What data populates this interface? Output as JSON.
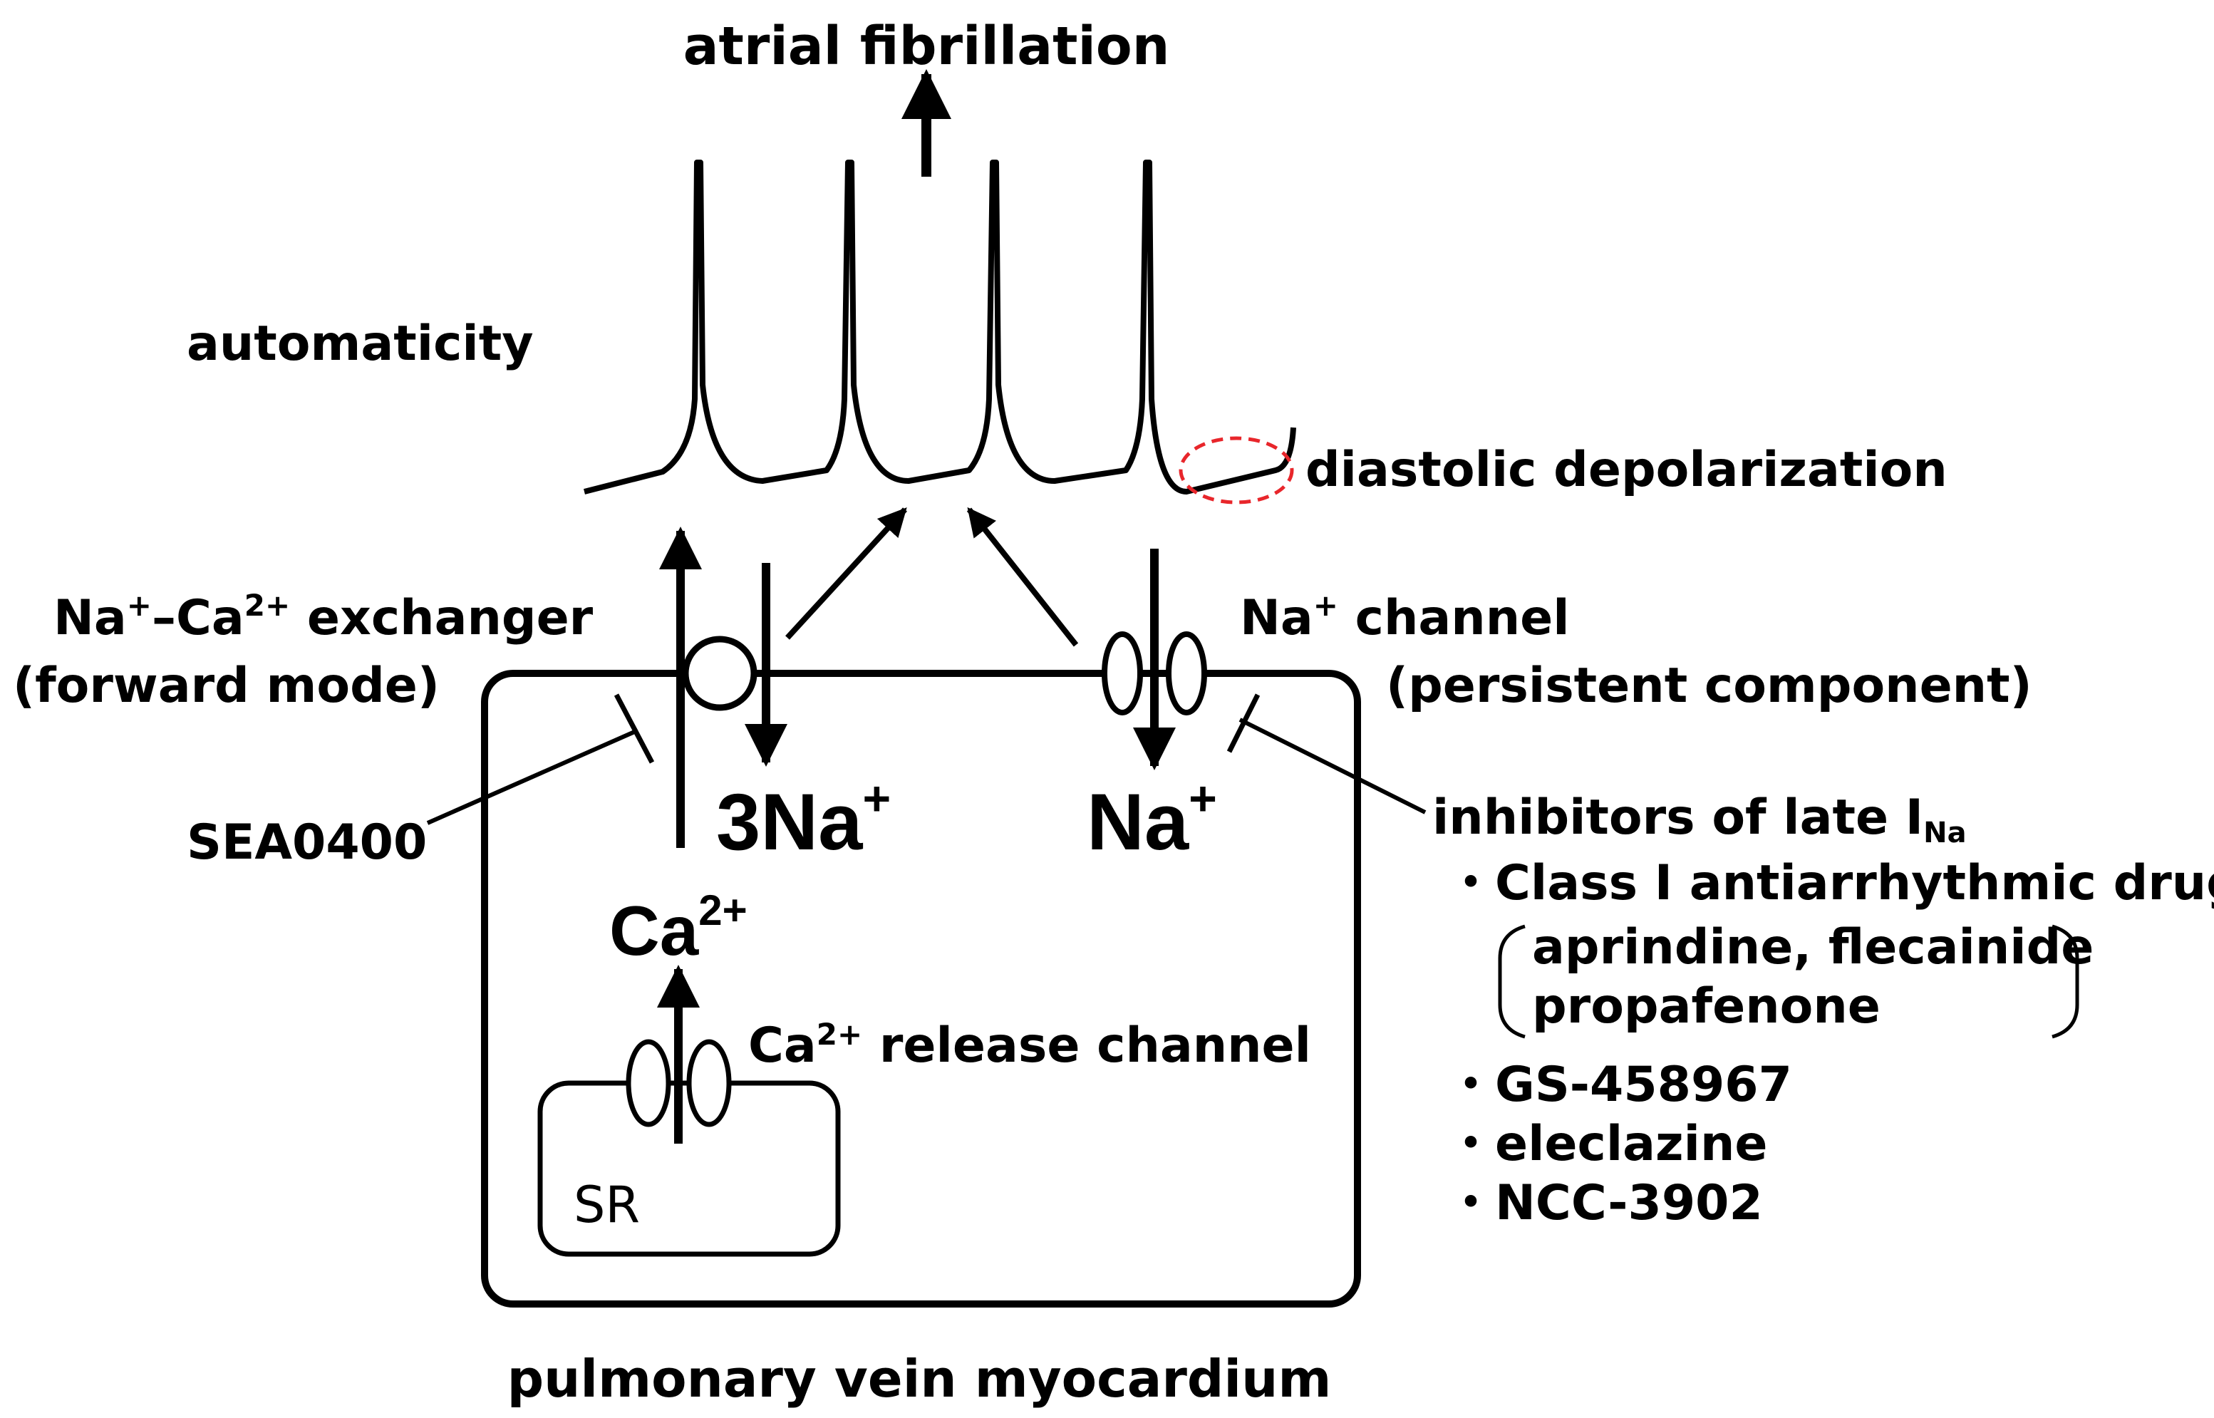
{
  "labels": {
    "outcome": "atrial fibrillation",
    "automaticity": "automaticity",
    "diastolic": "diastolic depolarization",
    "exchanger_line1_a": "Na",
    "exchanger_line1_sup_a": "+",
    "exchanger_line1_b": "–Ca",
    "exchanger_line1_sup_b": "2+",
    "exchanger_line1_c": " exchanger",
    "exchanger_line2": "(forward mode)",
    "channel_line1_a": "Na",
    "channel_line1_sup": "+",
    "channel_line1_b": " channel",
    "channel_line2": "(persistent component)",
    "sea": "SEA0400",
    "ion_3na": "3Na",
    "ion_3na_sup": "+",
    "ion_na": "Na",
    "ion_na_sup": "+",
    "ion_ca": "Ca",
    "ion_ca_sup": "2+",
    "release_a": "Ca",
    "release_sup": "2+",
    "release_b": " release channel",
    "sr": "SR",
    "cell": "pulmonary vein myocardium"
  },
  "inhibitors": {
    "title_a": "inhibitors of late I",
    "title_sub": "Na",
    "class_item": "・Class I antiarrhythmic drugs",
    "class_drugs_line1": "aprindine, flecainide",
    "class_drugs_line2": "propafenone",
    "items": [
      "・GS-458967",
      "・eleclazine",
      "・NCC-3902"
    ]
  },
  "colors": {
    "line": "#000000",
    "highlight": "#e8262b",
    "background": "#ffffff"
  }
}
